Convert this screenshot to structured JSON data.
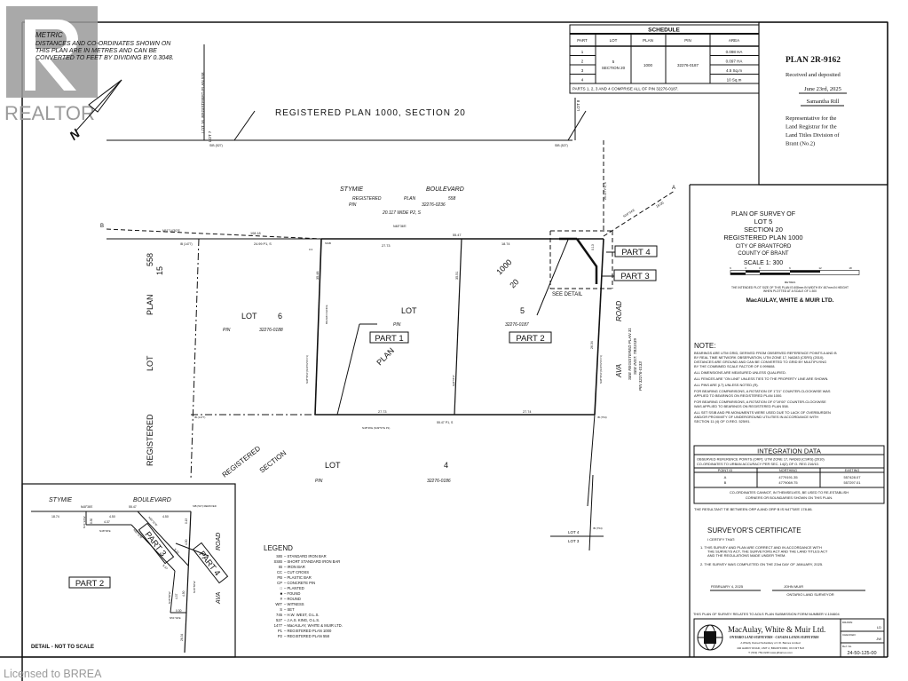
{
  "watermark": {
    "brand": "REALTOR",
    "license": "Licensed to BRREA",
    "color": "#9a9a9a"
  },
  "metric": {
    "title": "METRIC",
    "lines": [
      "DISTANCES AND CO-ORDINATES SHOWN ON",
      "THIS PLAN ARE IN METRES AND CAN BE",
      "CONVERTED TO FEET BY DIVIDING BY 0.3048."
    ]
  },
  "north_arrow": {
    "label": "N",
    "icon": "north-arrow-icon"
  },
  "schedule": {
    "title": "SCHEDULE",
    "headers": [
      "PART",
      "LOT",
      "PLAN",
      "PIN",
      "AREA"
    ],
    "parts": [
      "1",
      "2",
      "3",
      "4"
    ],
    "lot": [
      "5",
      "SECTION 20"
    ],
    "plan": "1000",
    "pin": "32276-0187",
    "areas": [
      "0.098 HA",
      "0.097 HA",
      "4.5 Sq.m",
      "10 Sq.m"
    ],
    "footer": "PARTS 1, 2, 3 AND 4 COMPRISE ALL OF PIN 32276-0187."
  },
  "deposit": {
    "plan_no": "PLAN 2R-9162",
    "received": "Received and deposited",
    "date": "June 23rd, 2025",
    "name": "Samantha Rill",
    "rep": [
      "Representative for the",
      "Land Registrar for the",
      "Land Titles Division of",
      "Brant  (No.2)"
    ]
  },
  "title_block": {
    "lines": [
      "PLAN OF SURVEY OF",
      "LOT 5",
      "SECTION 20",
      "REGISTERED PLAN 1000",
      "CITY OF BRANTFORD",
      "COUNTY OF BRANT"
    ],
    "scale": "SCALE  1: 300",
    "scale_ticks": [
      "6",
      "3",
      "0",
      "6",
      "12",
      "18"
    ],
    "scale_unit": "METRES",
    "plot_note": [
      "THE INTENDED PLOT SIZE OF THIS PLAN IS 608mm IN WIDTH BY 457mm IN HEIGHT",
      "WHEN PLOTTED AT A SCALE OF 1:300"
    ],
    "firm": "MacAULAY, WHITE & MUIR LTD."
  },
  "note": {
    "title": "NOTE:",
    "lines": [
      "BEARINGS ARE UTM GRID, DERIVED FROM OBSERVED REFERENCE POINTS A AND B",
      "BY REAL TIME NETWORK OBSERVATION, UTM ZONE 17, NAD83 (CSRS) (2010).",
      "DISTANCES ARE GROUND AND CAN BE CONVERTED TO GRID BY MULTIPLYING",
      "BY THE COMBINED SCALE FACTOR OF 0.999608.",
      "ALL DIMENSIONS ARE MEASURED UNLESS QUALIFIED.",
      "ALL FENCES ARE \"ON LINE\" UNLESS TIES TO THE PROPERTY LINE ARE SHOWN.",
      "ALL PINS ARE (LT) UNLESS NOTED (R).",
      "FOR BEARING COMPARISONS, A ROTATION OF 1°21\" COUNTER-CLOCKWISE WAS",
      "APPLIED TO BEARINGS ON REGISTERED PLAN 1000.",
      "FOR BEARING COMPARISONS, A ROTATION OF 0°19'00\" COUNTER-CLOCKWISE",
      "WAS APPLIED TO BEARINGS ON REGISTERED PLAN 558.",
      "ALL SET SSIB AND PB MONUMENTS WERE USED DUE TO LACK OF OVERBURDEN",
      "AND/OR PROXIMITY OF UNDERGROUND UTILITIES IN ACCORDANCE WITH",
      "SECTION 11 (4) OF O.REG. 525/91."
    ]
  },
  "integration": {
    "title": "INTEGRATION DATA",
    "desc": [
      "OBSERVED REFERENCE POINTS (ORP): UTM ZONE 17, NAD83 (CSRS) (2010)",
      "CO-ORDINATES TO URBAN ACCURACY PER SEC. 14(2) OF O. REG 216/10."
    ],
    "headers": [
      "POINT ID",
      "NORTHING",
      "EASTING"
    ],
    "rows": [
      [
        "A",
        "4779191.35",
        "557428.07"
      ],
      [
        "B",
        "4779069.75",
        "557297.01"
      ]
    ],
    "caveat": [
      "CO-ORDINATES CANNOT, IN THEMSELVES, BE USED TO RE-ESTABLISH",
      "CORNERS OR BOUNDARIES SHOWN ON THIS PLAN."
    ],
    "tie": "THE RESULTANT TIE BETWEEN ORP A AND ORP B IS N47°08'E 178.86."
  },
  "certificate": {
    "title": "SURVEYOR'S  CERTIFICATE",
    "intro": "I CERTIFY THAT:",
    "item1": [
      "1.  THIS SURVEY AND PLAN ARE CORRECT AND IN ACCORDANCE WITH",
      "THE SURVEYS ACT, THE SURVEYORS ACT AND THE LAND TITLES ACT",
      "AND THE REGULATIONS MADE UNDER THEM."
    ],
    "item2": "2.  THE SURVEY WAS COMPLETED ON THE 23rd DAY OF JANUARY, 2025.",
    "date": "FEBRUARY 4, 2025",
    "surveyor": "JOHN MUIR",
    "surveyor_title": "ONTARIO LAND SURVEYOR",
    "aols": "THIS PLAN OF SURVEY RELATES TO AOLS PLAN SUBMISSION FORM NUMBER V-104604"
  },
  "firm_block": {
    "name": "MacAulay, White & Muir Ltd.",
    "sub": "ONTARIO LAND SURVEYORS  -  CANADA LANDS SURVEYORS",
    "owned": "A Wholly Owned Subsidiary of J.D. Barnes Limited",
    "address": "440 HARDY ROAD, UNIT 2, BRANTFORD, ON N3T 5L8",
    "contact": "T: (519) 752-0246     www.jdbarnes.com",
    "drawn_label": "DRAWN:",
    "drawn": "LD",
    "checked_label": "CHECKED:",
    "checked": "JW",
    "ref_label": "Ref. No.",
    "ref": "24-50-125-00"
  },
  "legend": {
    "title": "LEGEND",
    "items": [
      [
        "SIB",
        "STANDARD IRON BAR"
      ],
      [
        "SSIB",
        "SHORT STANDARD IRON BAR"
      ],
      [
        "IB",
        "IRON BAR"
      ],
      [
        "CC",
        "CUT CROSS"
      ],
      [
        "PB",
        "PLASTIC BAR"
      ],
      [
        "CP",
        "CONCRETE PIN"
      ],
      [
        "□",
        "PLANTED"
      ],
      [
        "■",
        "FOUND"
      ],
      [
        "#",
        "ROUND"
      ],
      [
        "WIT",
        "WITNESS"
      ],
      [
        "S",
        "SET"
      ],
      [
        "745",
        "H.W. WEST, O.L.S."
      ],
      [
        "527",
        "J.A.S. KING, O.L.S."
      ],
      [
        "1477",
        "MacAULAY, WHITE & MUIR LTD."
      ],
      [
        "P1",
        "REGISTERED PLAN 1000"
      ],
      [
        "P2",
        "REGISTERED PLAN 558"
      ]
    ]
  },
  "plan": {
    "top_road": "REGISTERED   PLAN   1000,   SECTION   20",
    "lot16": "LOT 16, REGISTERED PLAN 558",
    "lot7": "LOT 7",
    "lot8": "LOT 8",
    "sib527": "SIB (527)",
    "sib527b": "SIB (527)",
    "street": [
      "STYMIE",
      "BOULEVARD"
    ],
    "street_reg": [
      "REGISTERED",
      "PLAN",
      "558"
    ],
    "street_pin": [
      "PIN",
      "32276-0236"
    ],
    "street_wide": "20.117 WIDE P2, S",
    "wide_v": "20.117 P2, S",
    "bearing_top": "N48°36'E",
    "orp_b": "B",
    "orp_a": "A",
    "bearing_b": "N51°14'30\"E",
    "dist_b": "108.18",
    "bearing_a": "N16°34'E",
    "dist_a": "18.00",
    "ib1477": "IB (1477)",
    "d2499": "24.99 P1, S",
    "ssib": "SSIB",
    "d03": "0.3",
    "d2773a": "27.73",
    "d5547a": "55.47",
    "d1874": "18.74",
    "d3548": "35.48",
    "d3551": "35.51",
    "d013": "0.13",
    "board_fence": "BOARD FENCE",
    "bear_w": "N38°58'W (N40°02'W P1)",
    "bear_mid": "N38°58'W",
    "bear_e": "N38°58'W (N40°02'W P1)",
    "d2634": "26.34",
    "lot6": [
      "LOT",
      "6"
    ],
    "pin6": [
      "PIN",
      "32276-0188"
    ],
    "lot5": [
      "LOT",
      "5"
    ],
    "pin5": [
      "PIN",
      "32276-0187"
    ],
    "plan_word": "PLAN",
    "n1000": "1000",
    "n20": "20",
    "part1": "PART 1",
    "part2": "PART 2",
    "part3": "PART 3",
    "part4": "PART 4",
    "see_detail": "SEE DETAIL",
    "lot15": [
      "LOT",
      "15",
      "PLAN",
      "558",
      "REGISTERED"
    ],
    "ava": [
      "AVA",
      "ROAD"
    ],
    "ava_ref": [
      "SEE REGISTERED PLAN 31",
      "SEE INST. TB31539",
      "PIN  32276-0133"
    ],
    "ib1477b": "IB (1477)",
    "d2773b": "27.73",
    "d2774": "27.74",
    "ib754": "IB (754)",
    "bottom_bear": "N48°36'E (N49°57'E P1)",
    "d5547b": "55.47 P1, S",
    "reg_section": [
      "REGISTERED",
      "SECTION"
    ],
    "lot4": [
      "LOT",
      "4"
    ],
    "pin4": [
      "PIN",
      "32276-0186"
    ],
    "lot4b": "LOT 4",
    "lot3": "LOT 3",
    "ib754b": "IB (754)"
  },
  "detail": {
    "street": [
      "STYMIE",
      "BOULEVARD"
    ],
    "b1": "N48°36'E",
    "d5547": "55.47",
    "d1874": "18.74",
    "sib": "SIB (527) REMOVED",
    "d450a": "4.50",
    "d450b": "4.50",
    "d437a": "4.37",
    "d030a": "0.30",
    "d013": "0.13",
    "b2": "N41°24'W",
    "b3": "N48°36'E",
    "b4": "N85°11'W",
    "b5": "N85°11'W",
    "d533": "5.33",
    "d597": "5.97",
    "d450c": "4.50",
    "d437b": "4.37",
    "d450d": "4.50",
    "b6": "N38°58'W",
    "b7": "N38°58'W",
    "d030b": "0.30",
    "b8": "N51°02'E",
    "d2634": "26.34",
    "part2": "PART 2",
    "part3": "PART 3",
    "part4": "PART 4",
    "road": [
      "AVA",
      "ROAD"
    ],
    "caption": "DETAIL  -  NOT TO SCALE"
  }
}
